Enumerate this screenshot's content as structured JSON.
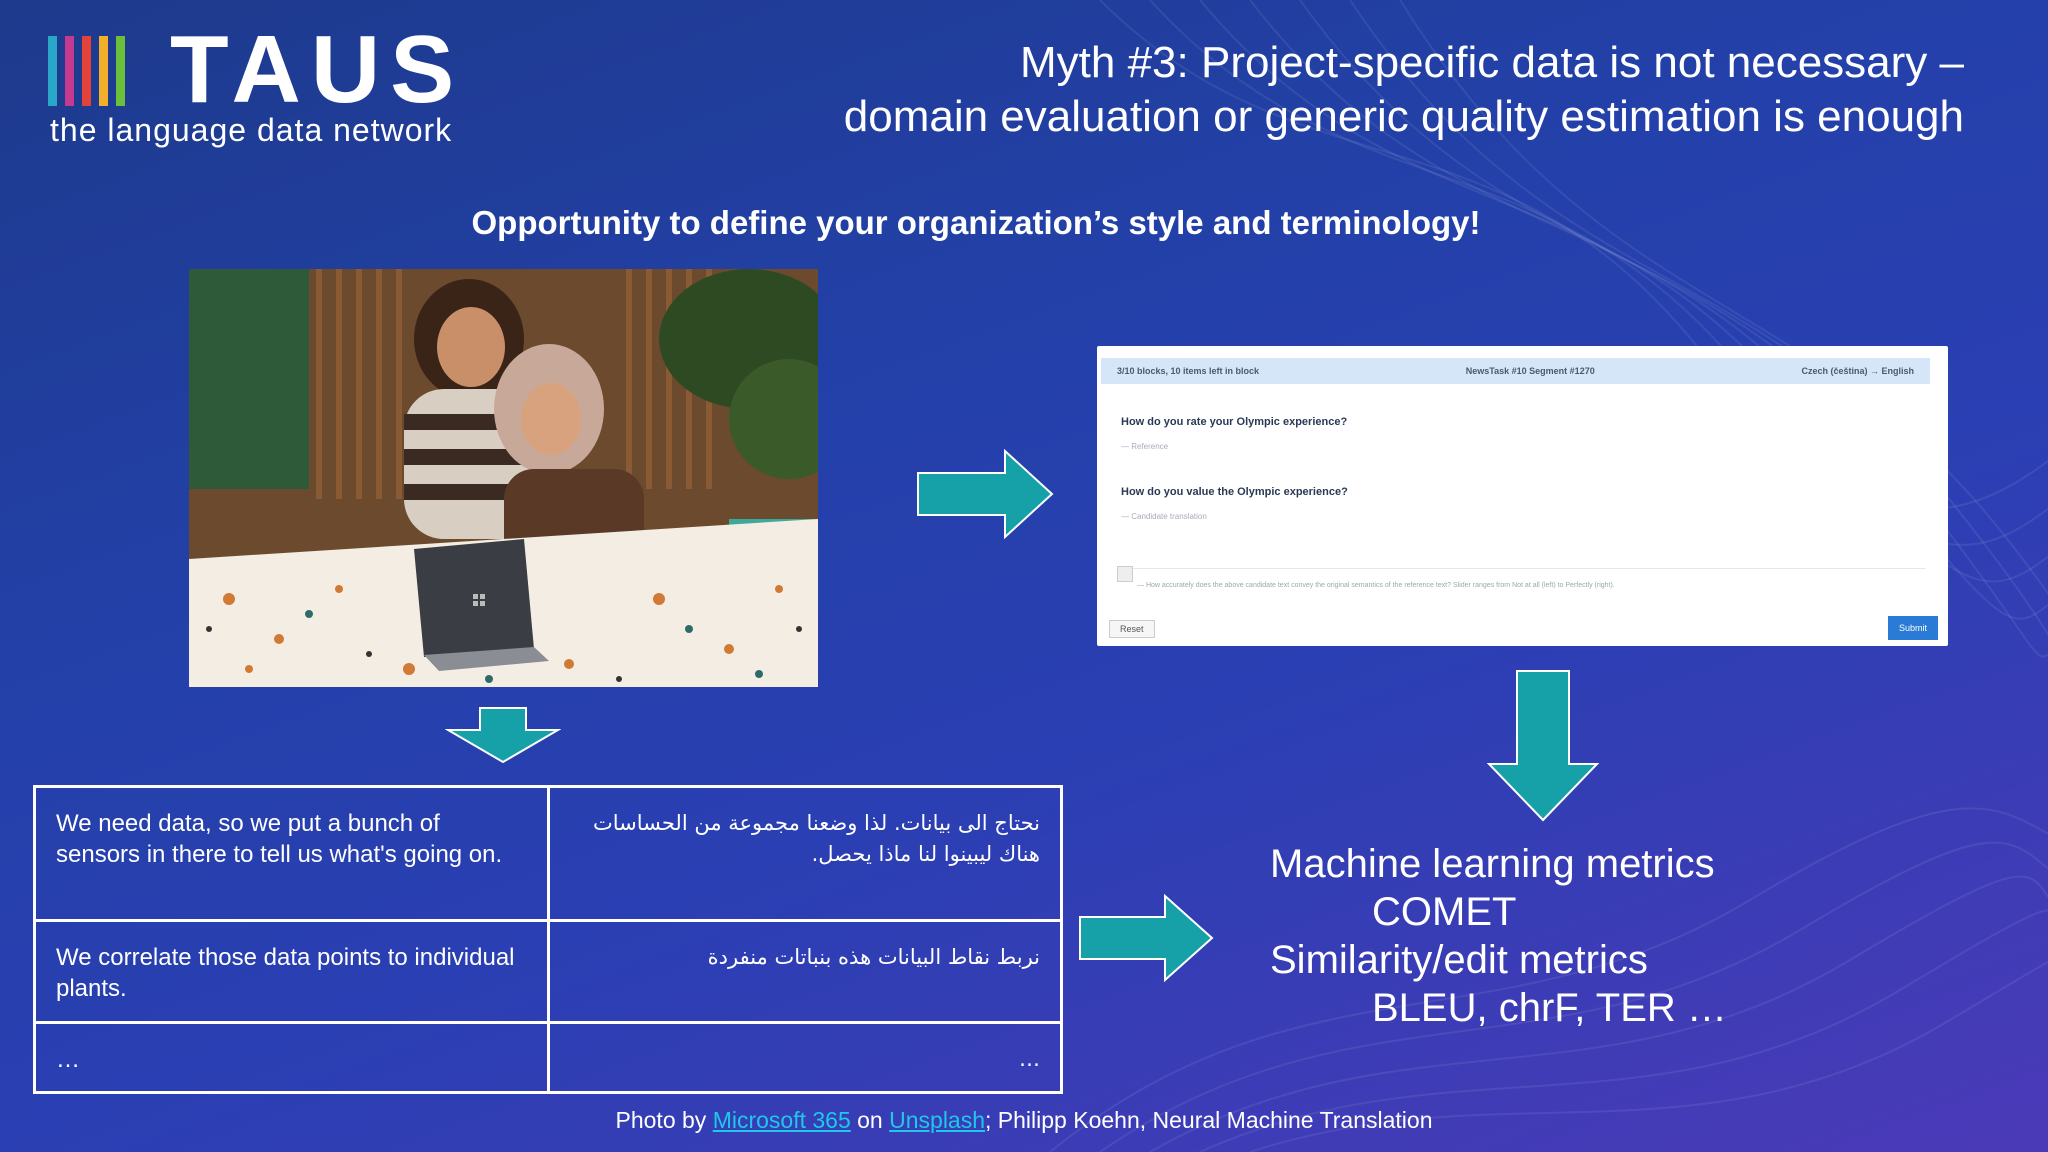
{
  "logo": {
    "name": "TAUS",
    "tagline": "the language data network",
    "bar_colors": [
      "#2aa6c8",
      "#c53a8e",
      "#e2423a",
      "#f2b02a",
      "#6cbf3a"
    ]
  },
  "slide": {
    "title_line1": "Myth #3: Project-specific data is not necessary –",
    "title_line2": "domain evaluation or generic quality estimation is enough",
    "subtitle": "Opportunity to define your organization’s style and terminology!"
  },
  "eval_screenshot": {
    "header_left": "3/10 blocks, 10 items left in block",
    "header_center": "NewsTask #10 Segment #1270",
    "header_right": "Czech (čeština) → English",
    "question1": "How do you rate your Olympic experience?",
    "question1_sub": "— Reference",
    "question2": "How do you value the Olympic experience?",
    "question2_sub": "— Candidate translation",
    "instruction": "— How accurately does the above candidate text convey the original semantics of the reference text? Slider ranges from Not at all (left) to Perfectly (right).",
    "reset_label": "Reset",
    "submit_label": "Submit"
  },
  "translation_table": {
    "rows": [
      {
        "en": "We need data, so we put a bunch of sensors in there to tell us what's going on.",
        "ar": "نحتاج الى بيانات. لذا وضعنا مجموعة من الحساسات هناك ليبينوا لنا ماذا يحصل."
      },
      {
        "en": "We correlate those data points to individual plants.",
        "ar": "نربط نقاط البيانات هذه بنباتات منفردة"
      },
      {
        "en": "…",
        "ar": "…"
      }
    ]
  },
  "metrics": {
    "line1": "Machine learning metrics",
    "line2": "COMET",
    "line3": "Similarity/edit metrics",
    "line4": "BLEU, chrF, TER …"
  },
  "credit": {
    "prefix": "Photo by ",
    "link1": "Microsoft 365",
    "middle": " on ",
    "link2": "Unsplash",
    "suffix": "; Philipp Koehn, Neural Machine Translation"
  },
  "colors": {
    "arrow": "#16a0a8",
    "arrow_stroke": "#ffffff",
    "link": "#1ec8e8"
  }
}
